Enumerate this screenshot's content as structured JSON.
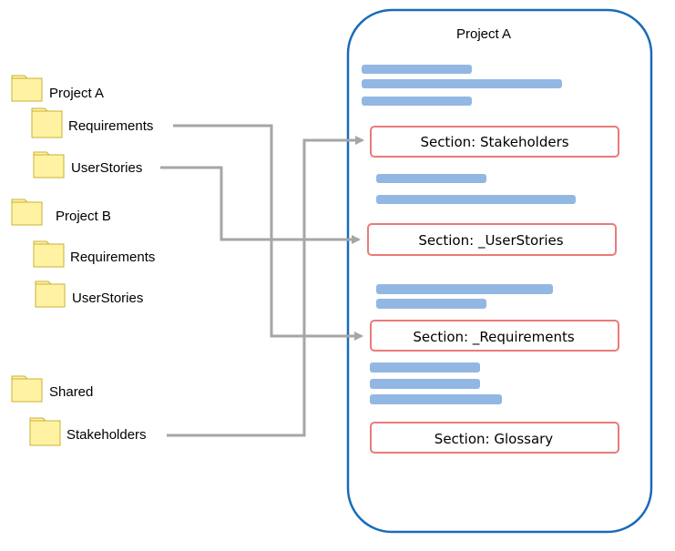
{
  "tree": {
    "project_a": {
      "label": "Project A",
      "children": [
        "Requirements",
        "UserStories"
      ]
    },
    "project_b": {
      "label": "Project B",
      "children": [
        "Requirements",
        "UserStories"
      ]
    },
    "shared": {
      "label": "Shared",
      "children": [
        "Stakeholders"
      ]
    }
  },
  "document": {
    "title": "Project A",
    "sections": [
      "Section: Stakeholders",
      "Section: _UserStories",
      "Section: _Requirements",
      "Section: Glossary"
    ]
  },
  "colors": {
    "folder_fill": "#fff3a3",
    "folder_stroke": "#c9b034",
    "panel_border": "#1a6bb8",
    "section_border": "#ea7a7a",
    "text_line": "#93b7e3",
    "arrow": "#a6a6a6"
  }
}
